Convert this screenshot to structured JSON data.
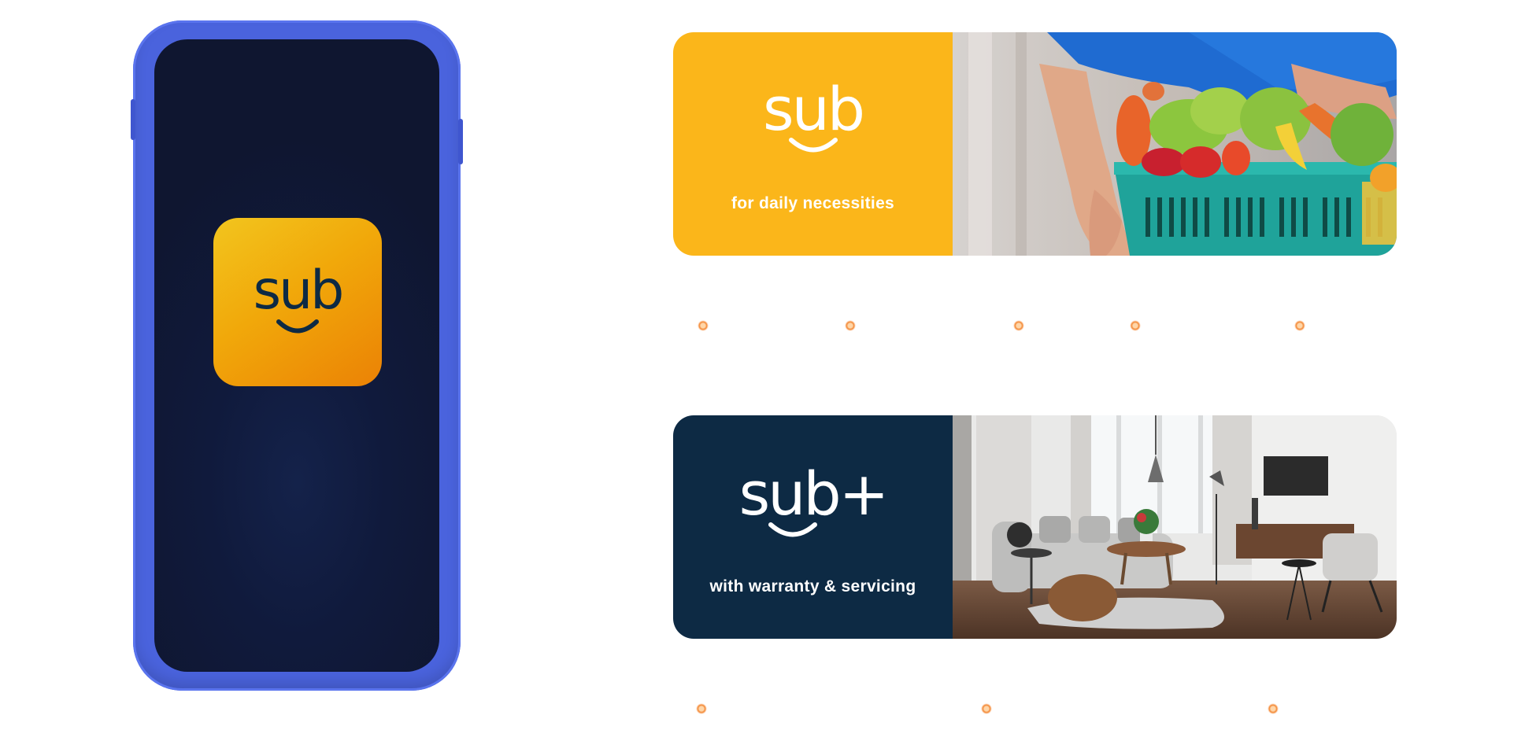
{
  "app_icon": {
    "label": "sub",
    "icon": "smile-icon"
  },
  "banners": [
    {
      "logo": "sub",
      "tagline": "for daily necessities",
      "photo_icon": "grocery-basket-photo"
    },
    {
      "logo": "sub+",
      "tagline": "with warranty & servicing",
      "photo_icon": "living-room-photo"
    }
  ],
  "colors": {
    "phone_frame": "#4a63dd",
    "phone_screen": "#101a3c",
    "brand_yellow": "#fbb61a",
    "brand_navy": "#0d2a44",
    "dot_orange": "#f58c3a"
  }
}
